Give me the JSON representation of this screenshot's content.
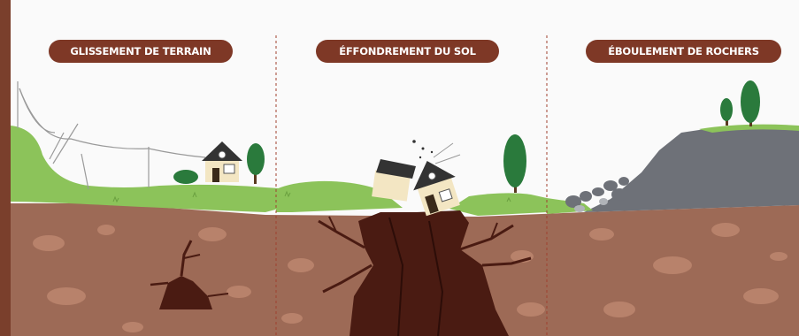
{
  "panels": [
    {
      "title": "GLISSEMENT DE TERRAIN"
    },
    {
      "title": "ÉFFONDREMENT DU SOL"
    },
    {
      "title": "ÉBOULEMENT DE ROCHERS"
    }
  ],
  "colors": {
    "sky": "#fafafa",
    "grass": "#8cc35a",
    "soil": "#9d6a56",
    "soil_dark": "#4a1b12",
    "label_bg": "#7e3826",
    "rock": "#6e7178",
    "tree": "#2a7a3c",
    "divider": "#a0402e",
    "frame": "#7a3f2c"
  }
}
